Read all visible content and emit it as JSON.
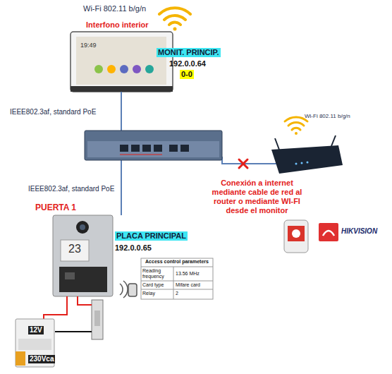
{
  "diagram": {
    "nodes": [
      {
        "text": [
          "Interfono interior",
          "MONIT. PRINCIP.",
          "192.0.0.64",
          "0-0"
        ]
      },
      {
        "text": [
          "Wi-Fi 802.11 b/g/n"
        ]
      },
      {
        "text": [
          "PUERTA 1",
          "PLACA PRINCIPAL",
          "192.0.0.65"
        ]
      },
      {
        "text": [
          "Access control parameters"
        ]
      },
      {
        "text": [
          "12V",
          "230Vca"
        ]
      }
    ],
    "labels": [
      "Wi-Fi 802.11 b/g/n",
      "19:49",
      "IEEE802.3af, standard PoE",
      "IEEE802.3af, standard PoE",
      "Conexión a internet mediante cable de red al router o mediante WI-FI desde el monitor",
      "HIKVISION",
      "23",
      "Reading frequency",
      "13.56 MHz",
      "Card type",
      "Mifare card",
      "Relay",
      "2"
    ]
  }
}
